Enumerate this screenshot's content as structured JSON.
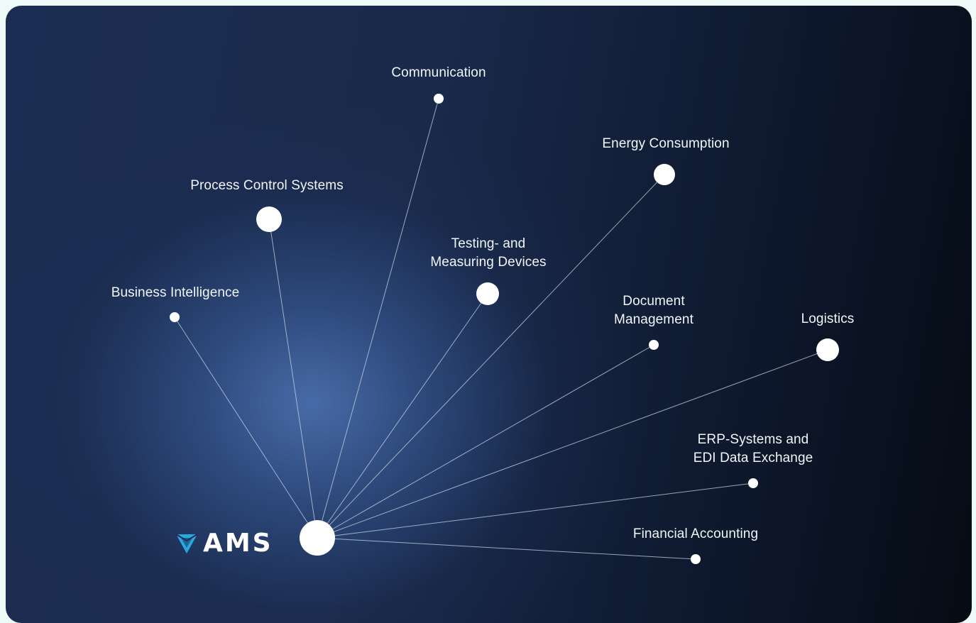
{
  "logo": {
    "text": "AMS",
    "icon": "ams-triangle-logo",
    "icon_color": "#2aa8e0"
  },
  "hub": {
    "color": "#ffffff"
  },
  "nodes": [
    {
      "id": "communication",
      "label": [
        "Communication"
      ]
    },
    {
      "id": "energy-consumption",
      "label": [
        "Energy Consumption"
      ]
    },
    {
      "id": "process-control-systems",
      "label": [
        "Process Control Systems"
      ]
    },
    {
      "id": "testing-measuring-devices",
      "label": [
        "Testing- and",
        "Measuring Devices"
      ]
    },
    {
      "id": "business-intelligence",
      "label": [
        "Business Intelligence"
      ]
    },
    {
      "id": "document-management",
      "label": [
        "Document",
        "Management"
      ]
    },
    {
      "id": "logistics",
      "label": [
        "Logistics"
      ]
    },
    {
      "id": "erp-systems-edi",
      "label": [
        "ERP-Systems and",
        "EDI Data Exchange"
      ]
    },
    {
      "id": "financial-accounting",
      "label": [
        "Financial Accounting"
      ]
    }
  ],
  "colors": {
    "background": "#1b2d52",
    "accent": "#4a6eac",
    "line": "#c9d3e3",
    "text": "#f2f5fa"
  }
}
